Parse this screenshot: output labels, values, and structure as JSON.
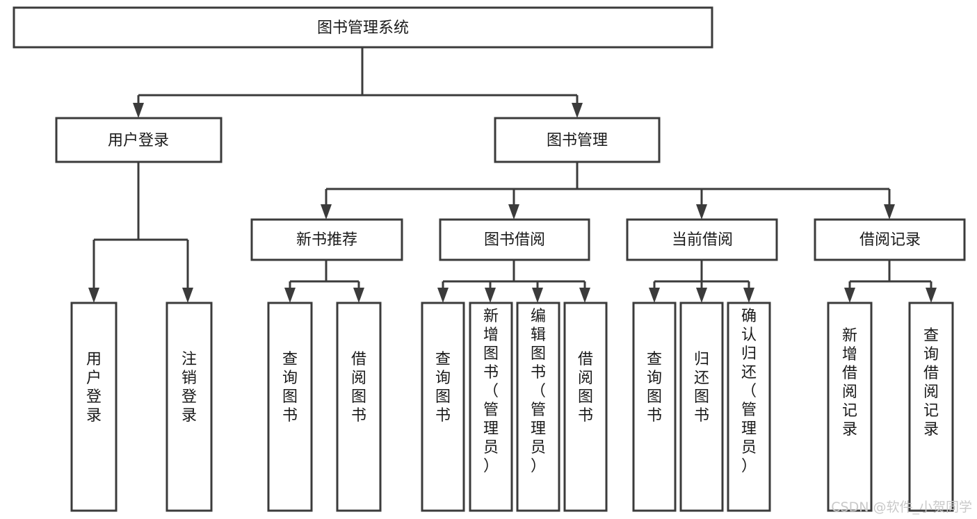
{
  "diagram": {
    "title": "图书管理系统",
    "type": "tree-hierarchy-chart",
    "background_color": "#ffffff",
    "box_stroke_color": "#3b3b3b",
    "box_fill_color": "#ffffff",
    "connector_color": "#3b3b3b",
    "text_color": "#1a1a1a"
  },
  "root": {
    "label": "图书管理系统"
  },
  "level2": [
    {
      "label": "用户登录"
    },
    {
      "label": "图书管理"
    }
  ],
  "level3": [
    {
      "label": "新书推荐"
    },
    {
      "label": "图书借阅"
    },
    {
      "label": "当前借阅"
    },
    {
      "label": "借阅记录"
    }
  ],
  "leaves": {
    "user_login": [
      {
        "label": "用户登录"
      },
      {
        "label": "注销登录"
      }
    ],
    "new_book_recommend": [
      {
        "label": "查询图书"
      },
      {
        "label": "借阅图书"
      }
    ],
    "book_borrow": [
      {
        "label": "查询图书"
      },
      {
        "label": "新增图书（管理员）"
      },
      {
        "label": "编辑图书（管理员）"
      },
      {
        "label": "借阅图书"
      }
    ],
    "current_borrow": [
      {
        "label": "查询图书"
      },
      {
        "label": "归还图书"
      },
      {
        "label": "确认归还（管理员）"
      }
    ],
    "borrow_records": [
      {
        "label": "新增借阅记录"
      },
      {
        "label": "查询借阅记录"
      }
    ]
  },
  "watermark": {
    "text": "CSDN @软件_小贺同学"
  }
}
